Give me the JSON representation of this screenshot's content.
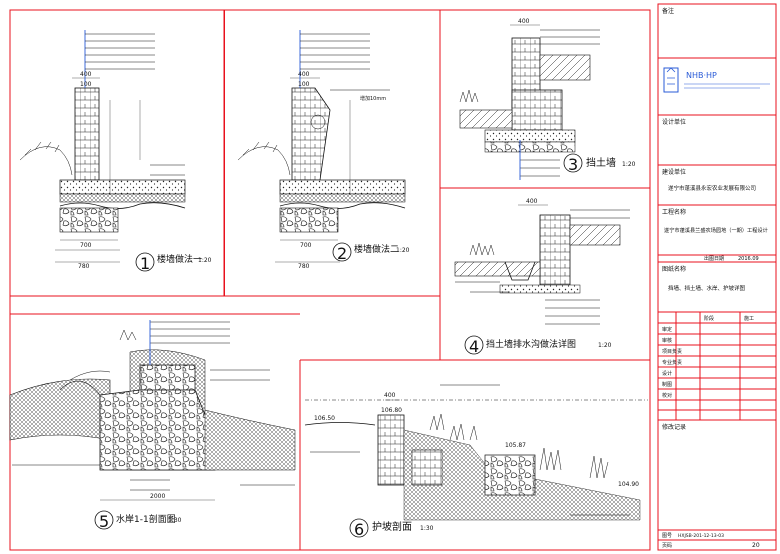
{
  "panels": {
    "p1": {
      "num": "1",
      "title": "楼墙做法一",
      "scale": "1:20",
      "dims": {
        "top": "400",
        "mid": "100",
        "base": "700",
        "bottom": "780"
      }
    },
    "p2": {
      "num": "2",
      "title": "楼墙做法二",
      "scale": "1:20",
      "dims": {
        "top": "400",
        "mid": "100",
        "base": "700",
        "bottom": "780"
      },
      "note": "增加10mm"
    },
    "p3": {
      "num": "3",
      "title": "挡土墙",
      "scale": "1:20",
      "dims": {
        "top": "400"
      }
    },
    "p4": {
      "num": "4",
      "title": "挡土墙排水沟做法详图",
      "scale": "1:20",
      "dims": {
        "top": "400"
      }
    },
    "p5": {
      "num": "5",
      "title": "水岸1-1剖面图",
      "scale": "1:30",
      "dims": {
        "bottom": "2000"
      }
    },
    "p6": {
      "num": "6",
      "title": "护坡剖面",
      "scale": "1:30",
      "dims": {
        "top": "400"
      },
      "elevations": [
        "106.50",
        "106.80",
        "105.87",
        "104.90"
      ]
    }
  },
  "titleblock": {
    "header": "备注",
    "company_name": "NHB·HP",
    "design_label": "设计单位",
    "client_label": "建设单位",
    "client_value": "遂宁市蓬溪县永宏农业发展有限公司",
    "project_label": "工程名称",
    "project_value": "遂宁市蓬溪县兰盛农场园地（一期）工程设计",
    "date_label": "出图日期",
    "date_value": "2016.09",
    "drawing_label": "图纸名称",
    "drawing_value": "挡墙、挡土墙、水岸、护坡详图",
    "sig_rows": [
      "审定",
      "审核",
      "项目负责",
      "专业负责",
      "设计",
      "制图",
      "校对"
    ],
    "stage_label": "阶段",
    "stage_value": "施工",
    "revision_label": "修改记录",
    "drawing_no_label": "图号",
    "drawing_no_value": "HXJSB-201-12-13-03",
    "sheet_label": "页码",
    "sheet_value": "20"
  },
  "colors": {
    "frame": "#e8101c",
    "ink": "#111111",
    "leader": "#2a5bd7"
  }
}
